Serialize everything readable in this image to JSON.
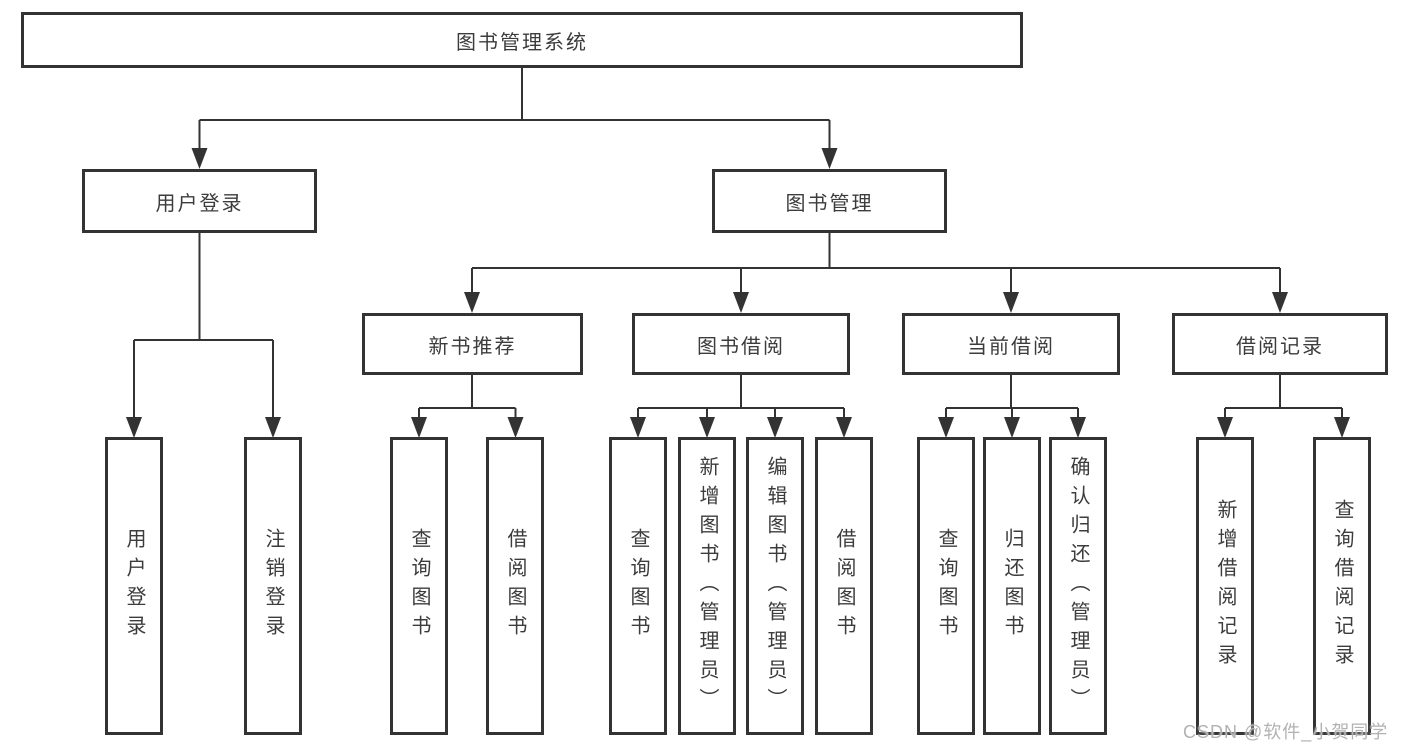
{
  "colors": {
    "background": "#ffffff",
    "line": "#333333",
    "box_border": "#333333",
    "text": "#3c3c3c",
    "watermark": "#b2b2b2"
  },
  "watermark": {
    "text": "CSDN @软件_小贺同学"
  },
  "tree": {
    "root": {
      "label": "图书管理系统"
    },
    "children": [
      {
        "label": "用户登录",
        "children": [
          {
            "label": "用户登录"
          },
          {
            "label": "注销登录"
          }
        ]
      },
      {
        "label": "图书管理",
        "children": [
          {
            "label": "新书推荐",
            "children": [
              {
                "label": "查询图书"
              },
              {
                "label": "借阅图书"
              }
            ]
          },
          {
            "label": "图书借阅",
            "children": [
              {
                "label": "查询图书"
              },
              {
                "label": "新增图书（管理员）"
              },
              {
                "label": "编辑图书（管理员）"
              },
              {
                "label": "借阅图书"
              }
            ]
          },
          {
            "label": "当前借阅",
            "children": [
              {
                "label": "查询图书"
              },
              {
                "label": "归还图书"
              },
              {
                "label": "确认归还（管理员）"
              }
            ]
          },
          {
            "label": "借阅记录",
            "children": [
              {
                "label": "新增借阅记录"
              },
              {
                "label": "查询借阅记录"
              }
            ]
          }
        ]
      }
    ]
  }
}
